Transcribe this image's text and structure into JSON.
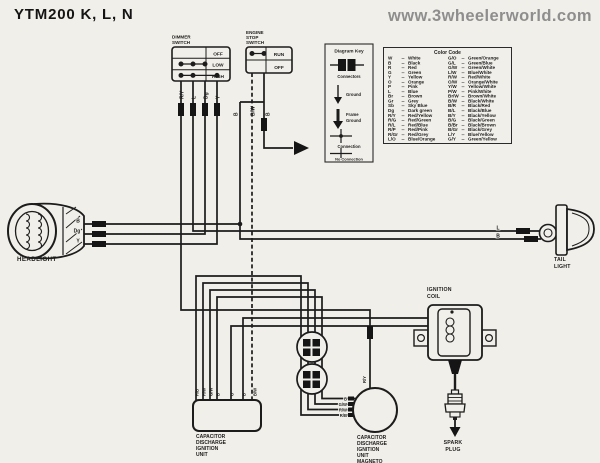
{
  "page": {
    "title": "YTM200 K, L, N",
    "watermark": "www.3wheelerworld.com",
    "paper_color": "#f1efe9",
    "ink_color": "#1c1c1c",
    "watermark_color": "#8e8e8e"
  },
  "switches": {
    "dimmer": {
      "name": [
        "DIMMER",
        "SWITCH"
      ],
      "positions": [
        "OFF",
        "LOW",
        "HIGH"
      ],
      "wires": [
        "R/Y",
        "L",
        "Dg",
        "Y"
      ]
    },
    "engine_stop": {
      "name": [
        "ENGINE",
        "STOP",
        "SWITCH"
      ],
      "positions": [
        "RUN",
        "OFF"
      ],
      "wires": [
        "B/W",
        "B"
      ],
      "branch_wire": "B"
    }
  },
  "components": {
    "headlight": {
      "label": "HEADLIGHT",
      "wires": [
        "B",
        "Dg",
        "Y"
      ]
    },
    "tail_light": {
      "label": [
        "TAIL",
        "LIGHT"
      ],
      "wires": [
        "L",
        "B"
      ]
    },
    "ignition_coil": {
      "label": [
        "IGNITION",
        "COIL"
      ]
    },
    "spark_plug": {
      "label": [
        "SPARK",
        "PLUG"
      ]
    },
    "cdi": {
      "label": [
        "CAPACITOR",
        "DISCHARGE",
        "IGNITION",
        "UNIT"
      ],
      "input_wires": [
        "R/B",
        "R/W",
        "G/W",
        "B",
        "O",
        "B",
        "B/W"
      ]
    },
    "magneto": {
      "label": [
        "CAPACITOR",
        "DISCHARGE",
        "IGNITION",
        "UNIT",
        "MAGNETO"
      ],
      "output_wires": [
        "B",
        "G/W",
        "R/W",
        "R/B"
      ],
      "lighting_wire": "R/Y"
    }
  },
  "diagram_key": {
    "title": "Diagram Key",
    "items": {
      "connectors": "Connectors",
      "ground": "Ground",
      "frame_ground": [
        "Frame",
        "Ground"
      ],
      "connection": "Connection",
      "no_connection": "No Connection"
    }
  },
  "color_code": {
    "title": "Color Code",
    "left": [
      [
        "W",
        "White"
      ],
      [
        "B",
        "Black"
      ],
      [
        "R",
        "Red"
      ],
      [
        "G",
        "Green"
      ],
      [
        "Y",
        "Yellow"
      ],
      [
        "O",
        "Orange"
      ],
      [
        "P",
        "Pink"
      ],
      [
        "L",
        "Blue"
      ],
      [
        "Br",
        "Brown"
      ],
      [
        "Gr",
        "Grey"
      ],
      [
        "Sb",
        "Sky Blue"
      ],
      [
        "Dg",
        "Dark green"
      ],
      [
        "R/Y",
        "Red/Yellow"
      ],
      [
        "R/G",
        "Red/Green"
      ],
      [
        "R/L",
        "Red/Blue"
      ],
      [
        "R/P",
        "Red/Pink"
      ],
      [
        "R/Gr",
        "Red/Grey"
      ],
      [
        "L/O",
        "Blue/Orange"
      ]
    ],
    "right": [
      [
        "G/O",
        "Green/Orange"
      ],
      [
        "G/L",
        "Green/Blue"
      ],
      [
        "G/W",
        "Green/White"
      ],
      [
        "L/W",
        "Blue/White"
      ],
      [
        "R/W",
        "Red/White"
      ],
      [
        "O/W",
        "Orange/White"
      ],
      [
        "Y/W",
        "Yellow/White"
      ],
      [
        "P/W",
        "Pink/White"
      ],
      [
        "Br/W",
        "Brown/White"
      ],
      [
        "B/W",
        "Black/White"
      ],
      [
        "B/R",
        "Black/Red"
      ],
      [
        "B/L",
        "Black/Blue"
      ],
      [
        "B/Y",
        "Black/Yellow"
      ],
      [
        "B/G",
        "Black/Green"
      ],
      [
        "B/Br",
        "Black/Brown"
      ],
      [
        "B/Gr",
        "Black/Grey"
      ],
      [
        "L/Y",
        "Blue/Yellow"
      ],
      [
        "G/Y",
        "Green/Yellow"
      ]
    ]
  }
}
